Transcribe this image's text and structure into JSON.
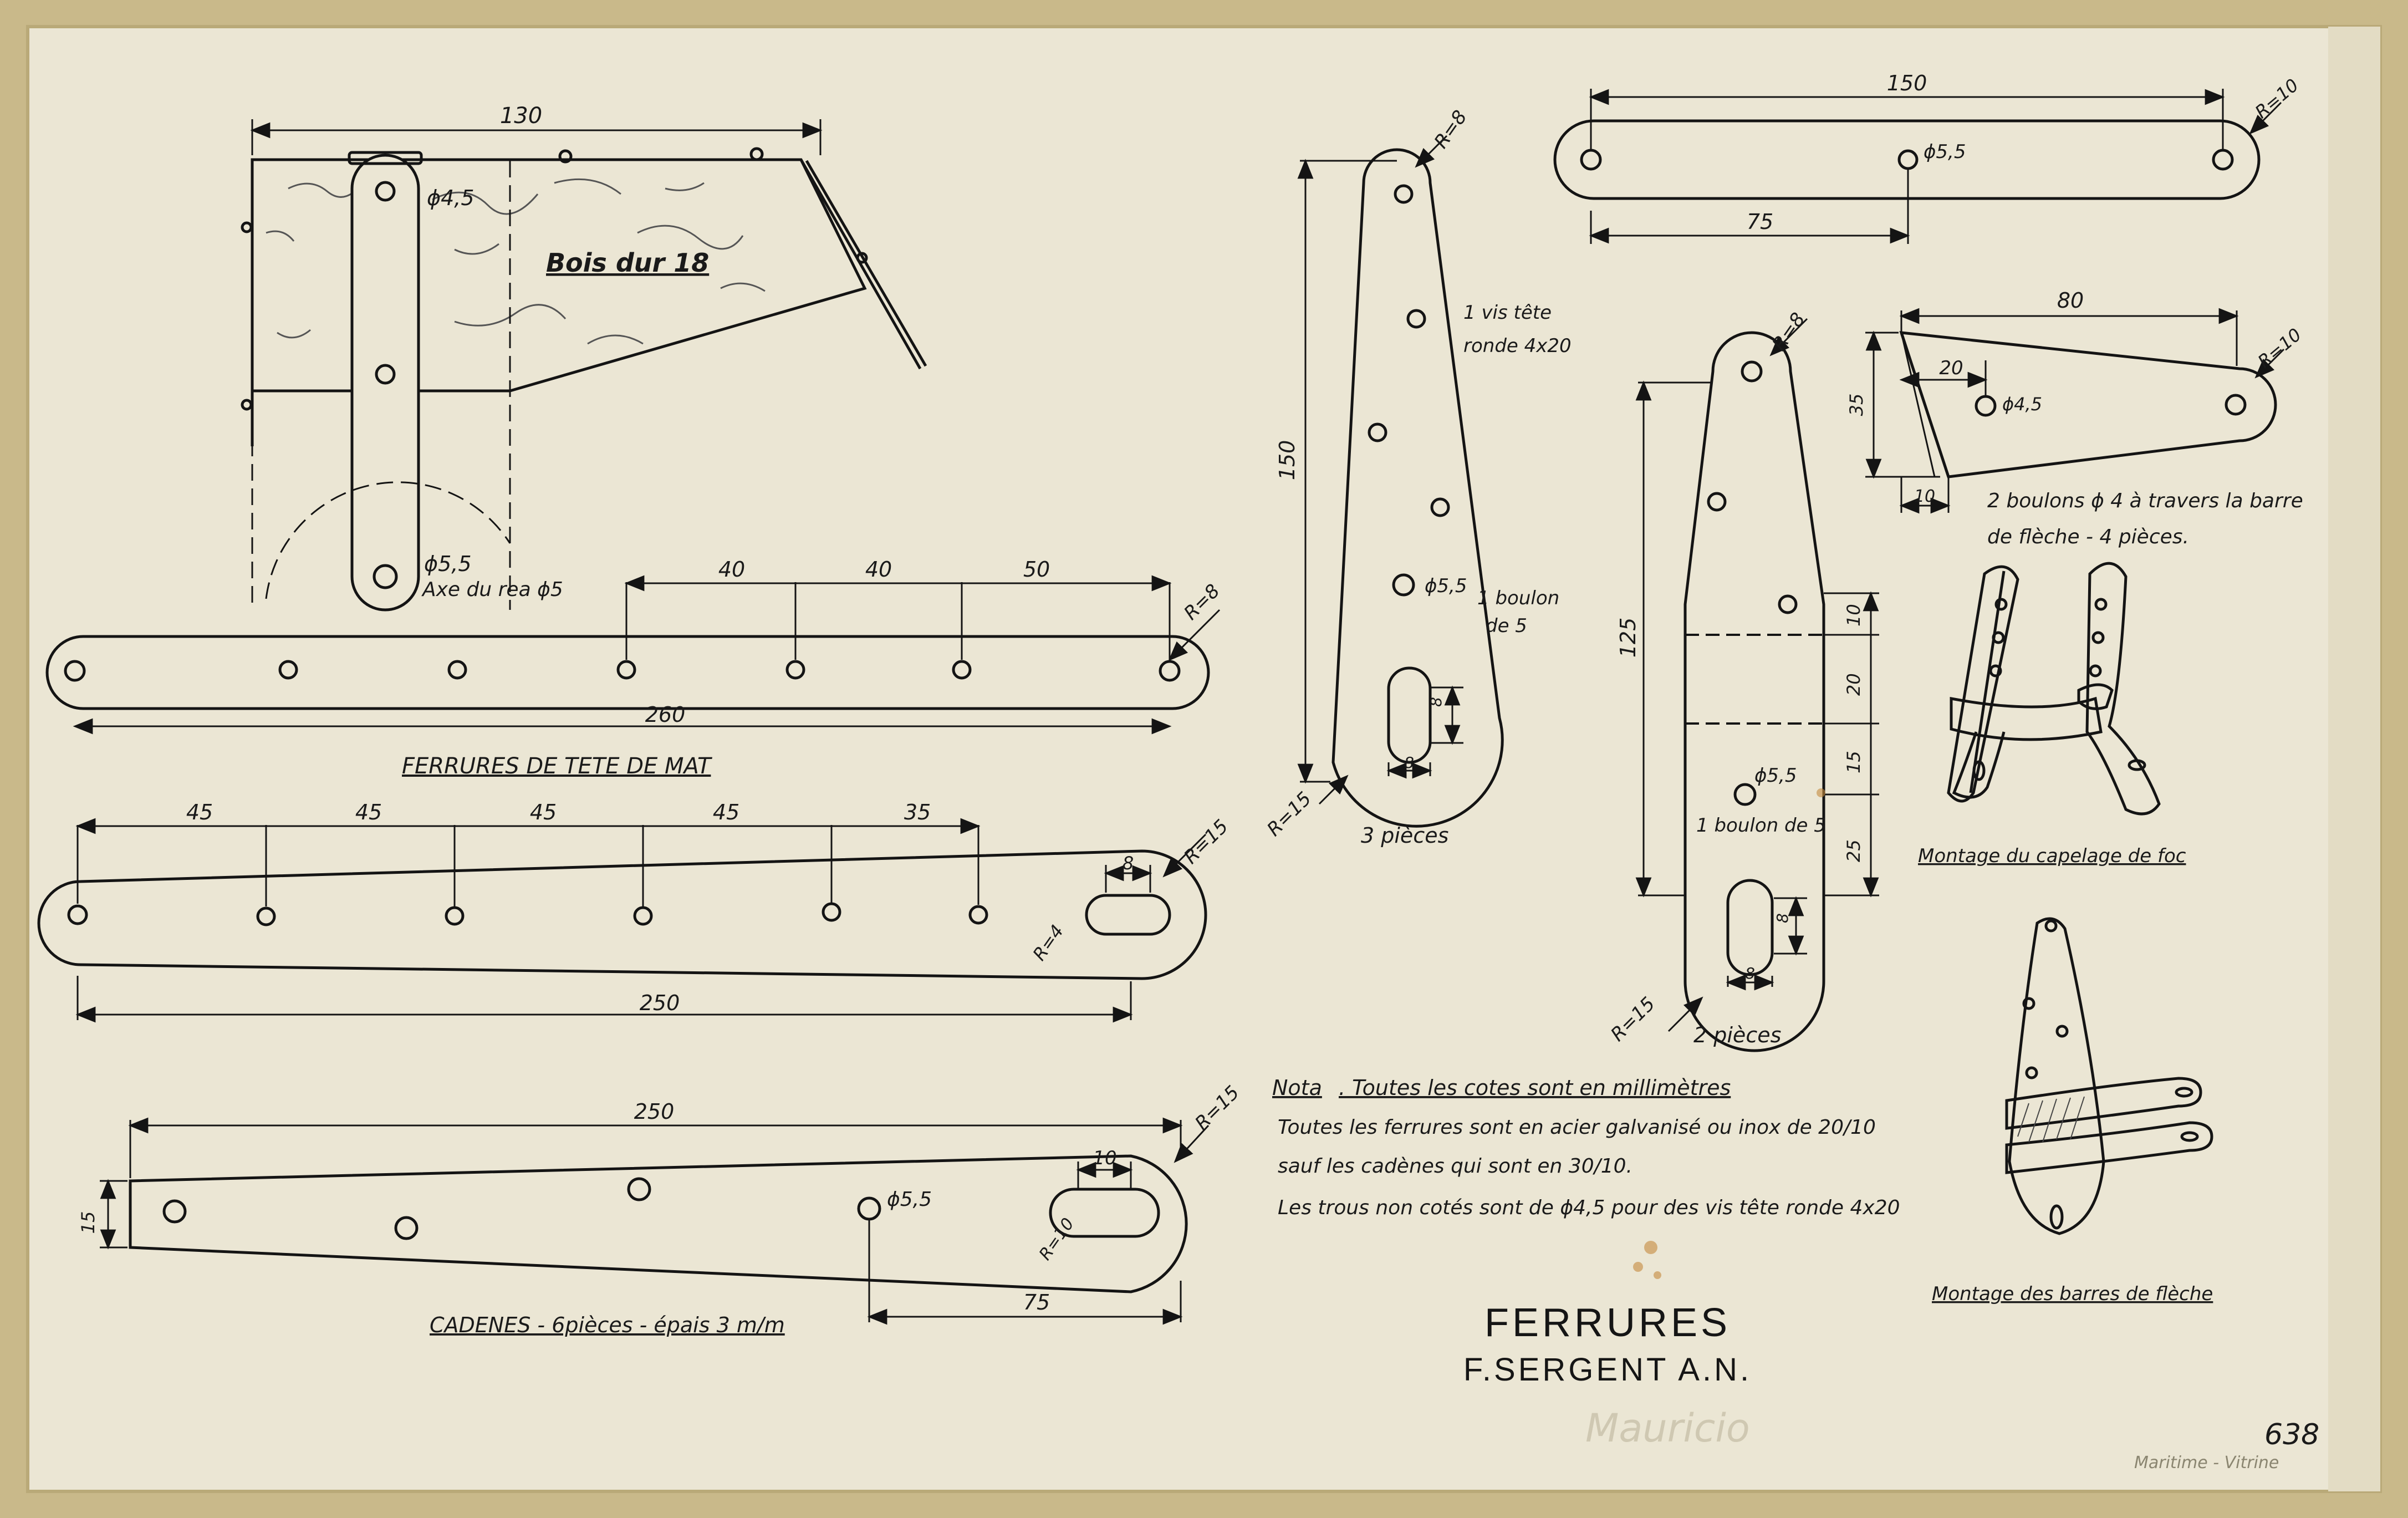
{
  "colors": {
    "paper": "#ebe6d4",
    "border": "#c9b98a",
    "ink": "#141414",
    "stain": "#c58a3e"
  },
  "title": {
    "main": "FERRURES",
    "author": "F.SERGENT A.N."
  },
  "sheet_number": "638",
  "faint_signature": "Mauricio",
  "bottom_note": "Maritime - Vitrine",
  "mast_head": {
    "dim_top": "130",
    "hole1": "ϕ4,5",
    "wood": "Bois dur 18",
    "hole2": "ϕ5,5",
    "axle": "Axe du rea ϕ5",
    "strip_dims": [
      "40",
      "40",
      "50"
    ],
    "strip_radius": "R=8",
    "strip_length": "260",
    "caption": "FERRURES DE TETE DE MAT"
  },
  "long_plate": {
    "dims": [
      "45",
      "45",
      "45",
      "45",
      "35"
    ],
    "radius": "R=15",
    "slot_width": "8",
    "slot_radius": "R=4",
    "length": "250"
  },
  "chainplate": {
    "length": "250",
    "radius": "R=15",
    "height": "15",
    "slot_width": "10",
    "slot_radius": "R=10",
    "hole": "ϕ5,5",
    "offset": "75",
    "caption": "CADENES - 6pièces - épais 3 m/m"
  },
  "plate_3": {
    "top_radius": "R=8",
    "screw_line1": "1 vis tête",
    "screw_line2": "ronde 4x20",
    "length": "150",
    "hole": "ϕ5,5",
    "bolt_line1": "1 boulon",
    "bolt_line2": "de 5",
    "slot_width": "8",
    "slot_length": "8",
    "bottom_radius": "R=15",
    "caption": "3 pièces"
  },
  "plate_2": {
    "top_radius": "R=8",
    "length": "125",
    "segments": [
      "10",
      "20",
      "15",
      "25"
    ],
    "hole": "ϕ5,5",
    "bolt": "1 boulon de 5",
    "slot_width": "8",
    "slot_length": "8",
    "bottom_radius": "R=15",
    "caption": "2 pièces"
  },
  "strip_150": {
    "length": "150",
    "half": "75",
    "hole": "ϕ5,5",
    "radius": "R=10"
  },
  "spreader": {
    "length": "80",
    "offset": "20",
    "hole": "ϕ4,5",
    "radius": "R=10",
    "height": "35",
    "base": "10",
    "note_line1": "2 boulons ϕ 4 à travers la barre",
    "note_line2": "de flèche - 4 pièces."
  },
  "jib_caption": "Montage du capelage de foc",
  "spreader_caption": "Montage des barres de flèche",
  "nota": {
    "label": "Nota",
    "line1": ". Toutes les cotes sont en millimètres",
    "line2": "Toutes les ferrures sont en acier galvanisé ou inox de 20/10",
    "line3": "sauf les cadènes qui sont en 30/10.",
    "line4": "Les trous non cotés sont de ϕ4,5 pour des vis tête ronde 4x20"
  }
}
